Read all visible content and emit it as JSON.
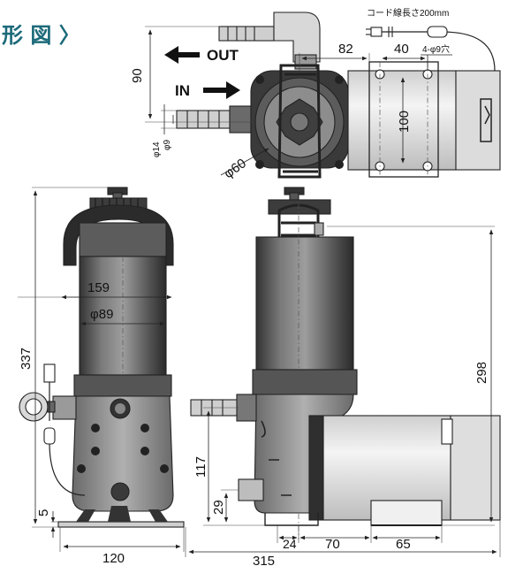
{
  "heading": {
    "text": "形 図 〉"
  },
  "labels": {
    "out": "OUT",
    "in": "IN",
    "cord": "コード線長さ200mm",
    "holes": "4-φ9穴"
  },
  "dimensions": {
    "d90": "90",
    "d82": "82",
    "d40": "40",
    "d100": "100",
    "phi14": "φ14",
    "phi9": "φ9",
    "phi60": "φ60",
    "d159": "159",
    "phi89": "φ89",
    "d337": "337",
    "d5": "5",
    "d120": "120",
    "d298": "298",
    "d117": "117",
    "d29": "29",
    "d24": "24",
    "d70": "70",
    "d65": "65",
    "d315": "315"
  },
  "colors": {
    "heading": "#1c6a7a",
    "body_dark": "#2b2b2b",
    "body_mid": "#707070",
    "housing": "#9a9a9a",
    "motor": "#e4e4e4"
  }
}
